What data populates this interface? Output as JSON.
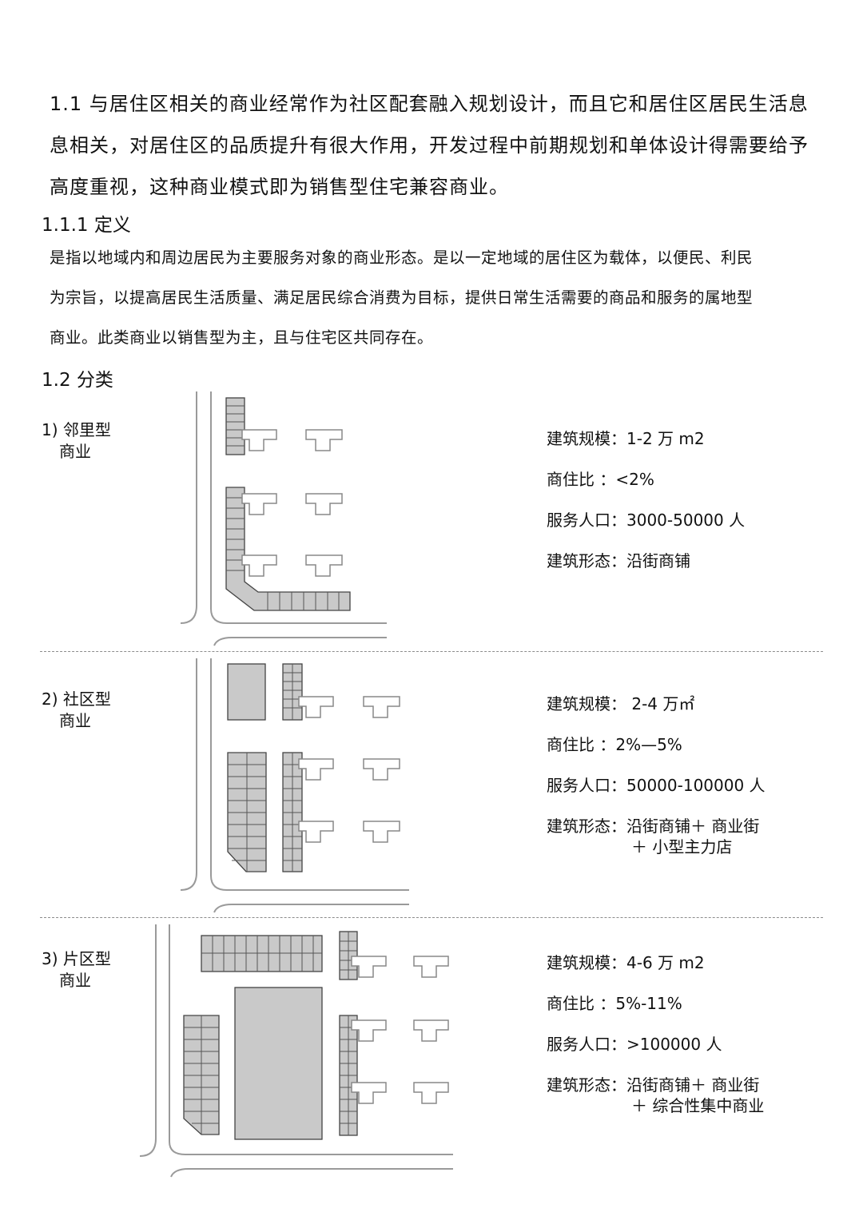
{
  "intro": {
    "lines": [
      "1.1 与居住区相关的商业经常作为社区配套融入规划设计，而且它和居住区居民生活息",
      "息相关，对居住区的品质提升有很大作用，开发过程中前期规划和单体设计得需要给予",
      "高度重视，这种商业模式即为销售型住宅兼容商业。"
    ]
  },
  "definition": {
    "heading": "1.1.1 定义",
    "lines": [
      "是指以地域内和周边居民为主要服务对象的商业形态。是以一定地域的居住区为载体，以便民、利民",
      "为宗旨，以提高居民生活质量、满足居民综合消费为目标，提供日常生活需要的商品和服务的属地型",
      "商业。此类商业以销售型为主，且与住宅区共同存在。"
    ]
  },
  "classification": {
    "heading": "1.2 分类",
    "categories": [
      {
        "label_line1": "1) 邻里型",
        "label_line2": "商业",
        "stats": [
          "建筑规模：1-2 万 m2",
          "商住比 ：<2%",
          "服务人口：3000-50000 人",
          "建筑形态：沿街商铺"
        ],
        "stat_cont": ""
      },
      {
        "label_line1": "2) 社区型",
        "label_line2": "商业",
        "stats": [
          "建筑规模： 2-4 万㎡",
          "商住比 ：2%—5%",
          "服务人口：50000-100000 人",
          "建筑形态：沿街商铺＋ 商业街"
        ],
        "stat_cont": "＋ 小型主力店"
      },
      {
        "label_line1": "3) 片区型",
        "label_line2": "商业",
        "stats": [
          "建筑规模：4-6 万 m2",
          "商住比 ：5%-11%",
          "服务人口：>100000 人",
          "建筑形态：沿街商铺＋ 商业街"
        ],
        "stat_cont": "＋ 综合性集中商业"
      }
    ]
  }
}
